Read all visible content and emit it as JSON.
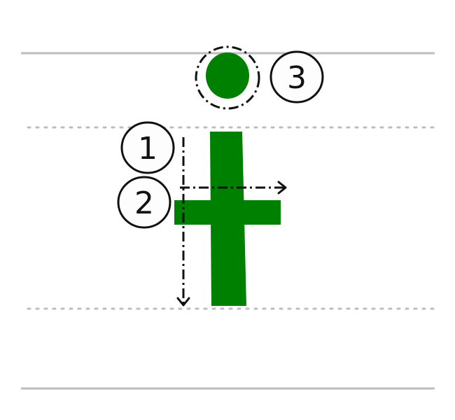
{
  "colors": {
    "glyph": "#008000",
    "guide_solid": "#bdbdbd",
    "guide_dotted": "#bdbdbd",
    "stroke_path": "#111111",
    "badge_fill": "#fdfdfd",
    "badge_stroke": "#111111"
  },
  "strokes": [
    {
      "number": "1",
      "direction": "down"
    },
    {
      "number": "2",
      "direction": "right"
    },
    {
      "number": "3",
      "direction": "dot"
    }
  ]
}
